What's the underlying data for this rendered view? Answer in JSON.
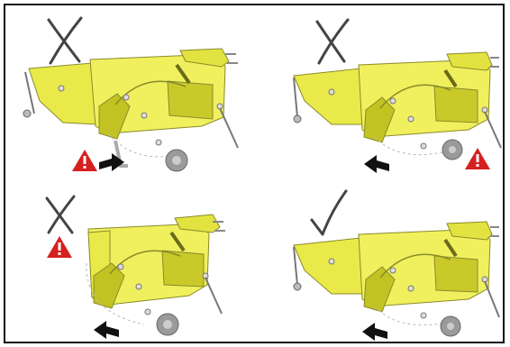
{
  "colors": {
    "frame": "#111111",
    "body_yellow": "#e9ea4a",
    "body_yellow_light": "#f3f36c",
    "body_yellow_dark": "#c9ca2a",
    "outline": "#8a8a2a",
    "warning_red": "#d62020",
    "arrow_black": "#111111",
    "wheel_grey": "#9a9a9a",
    "mark_grey": "#444444"
  },
  "panels": [
    {
      "id": "top-left",
      "status": "incorrect",
      "mark_icon": "cross-mark-icon",
      "has_warning": true,
      "arrow_direction": "right"
    },
    {
      "id": "top-right",
      "status": "incorrect",
      "mark_icon": "cross-mark-icon",
      "has_warning": true,
      "arrow_direction": "left"
    },
    {
      "id": "bottom-left",
      "status": "incorrect",
      "mark_icon": "cross-mark-icon",
      "has_warning": true,
      "arrow_direction": "left"
    },
    {
      "id": "bottom-right",
      "status": "correct",
      "mark_icon": "check-mark-icon",
      "has_warning": false,
      "arrow_direction": "left"
    }
  ]
}
